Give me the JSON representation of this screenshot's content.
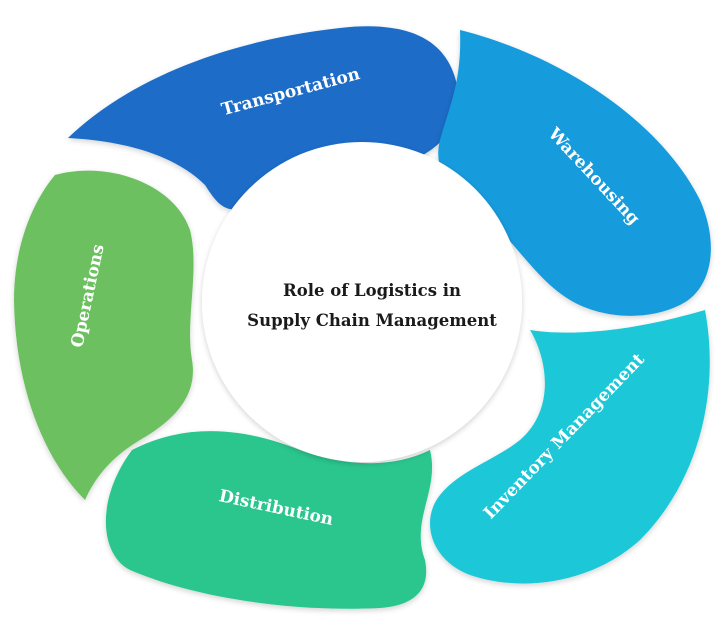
{
  "center": {
    "title_line1": "Role of Logistics in",
    "title_line2": "Supply Chain Management"
  },
  "segments": [
    {
      "label": "Transportation",
      "color": "#1a6cc8"
    },
    {
      "label": "Warehousing",
      "color": "#189bdc"
    },
    {
      "label": "Inventory Management",
      "color": "#1cc8d8"
    },
    {
      "label": "Distribution",
      "color": "#2cc68e"
    },
    {
      "label": "Operations",
      "color": "#6cc060"
    }
  ]
}
